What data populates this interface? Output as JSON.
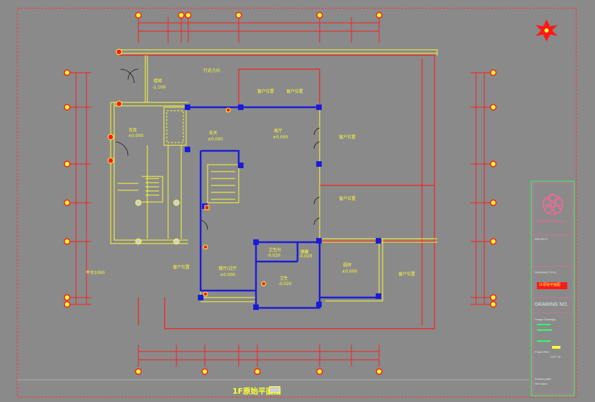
{
  "drawing": {
    "title": "1F原始平面图",
    "background": "#8a8a8a",
    "colors": {
      "wall_yellow": "#ffff33",
      "dim_red": "#ff1a1a",
      "column_blue": "#1a1ad9",
      "frame_green": "#33ff66",
      "border_pink": "#ff6699"
    }
  },
  "rooms": [
    {
      "id": "stair-landing",
      "name": "楼梯",
      "elev": "-1.100"
    },
    {
      "id": "garage",
      "name": "车库",
      "elev": "±0.000"
    },
    {
      "id": "entrance",
      "name": "玄关",
      "elev": "±0.000"
    },
    {
      "id": "living-hall",
      "name": "客厅",
      "elev": "±0.000"
    },
    {
      "id": "dining",
      "name": "餐厅/过厅",
      "elev": "±0.000"
    },
    {
      "id": "bath",
      "name": "卫生间",
      "elev": "-0.020"
    },
    {
      "id": "storage",
      "name": "储藏",
      "elev": "-0.020"
    },
    {
      "id": "kitchen",
      "name": "厨房",
      "elev": "±0.000"
    },
    {
      "id": "toilet",
      "name": "卫生",
      "elev": "-0.020"
    }
  ],
  "annotations": {
    "walk_dir": "行走方向",
    "window_tags": [
      "窗户位置",
      "窗户位置",
      "窗户位置",
      "窗户位置",
      "窗户位置",
      "窗户位置"
    ],
    "bottom_note": "平台1000"
  },
  "title_block": {
    "logo_name": "pink-flower-logo",
    "company": "某某装饰设计有限公司",
    "project_label": "PROJECT",
    "drawing_title_label": "DRAWING TITLE",
    "drawing_title_value": "1F原始平面图",
    "drawing_no_label": "DRAWING NO.",
    "design_label": "Design Drawings",
    "project_ref_label": "Project Ref :",
    "drawing_date_label": "Drawing date",
    "file_name_label": "File Name",
    "date_value": "2017.10"
  }
}
